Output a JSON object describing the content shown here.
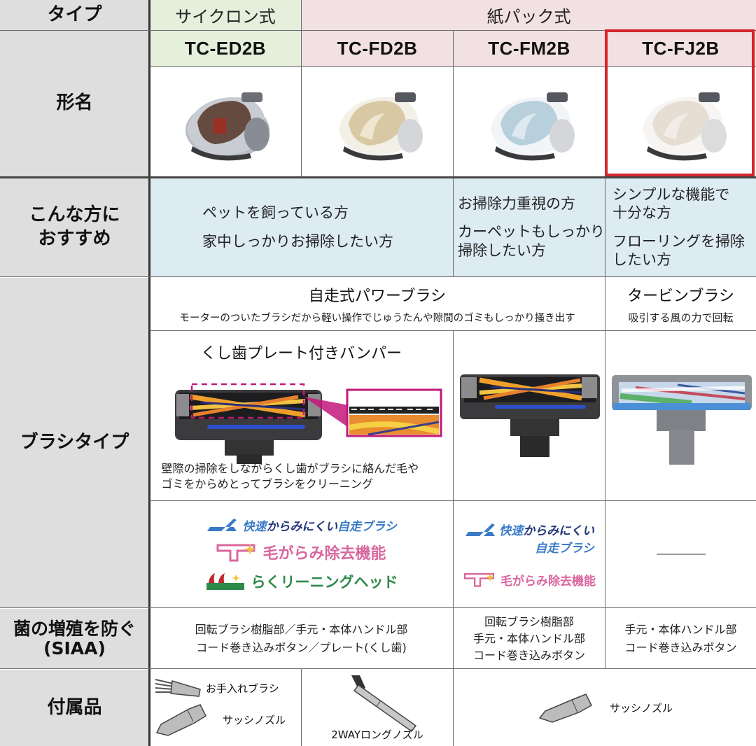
{
  "table": {
    "row_labels": {
      "type": "タイプ",
      "model": "形名",
      "recommend_line1": "こんな方に",
      "recommend_line2": "おすすめ",
      "brush": "ブラシタイプ",
      "siaa_line1": "菌の増殖を防ぐ",
      "siaa_line2": "(SIAA)",
      "accessories": "付属品"
    },
    "types": {
      "cyclone": "サイクロン式",
      "paper_pack": "紙パック式"
    },
    "models": [
      {
        "name": "TC-ED2B",
        "color_desc": "silver cyclone",
        "highlighted": false
      },
      {
        "name": "TC-FD2B",
        "color_desc": "champagne gold",
        "highlighted": false
      },
      {
        "name": "TC-FM2B",
        "color_desc": "light blue",
        "highlighted": false
      },
      {
        "name": "TC-FJ2B",
        "color_desc": "white beige",
        "highlighted": true
      }
    ],
    "recommend": {
      "ed_fd": [
        "ペットを飼っている方",
        "家中しっかりお掃除したい方"
      ],
      "fm": [
        "お掃除力重視の方",
        "カーペットもしっかり掃除したい方"
      ],
      "fj": [
        "シンプルな機能で十分な方",
        "フローリングを掃除したい方"
      ],
      "fm_lines": [
        "お掃除力重視の方",
        "カーペットもしっかり",
        "掃除したい方"
      ],
      "fj_lines": [
        "シンプルな機能で",
        "十分な方",
        "フローリングを掃除",
        "したい方"
      ]
    },
    "brush": {
      "power_title": "自走式パワーブラシ",
      "power_desc": "モーターのついたブラシだから軽い操作でじゅうたんや隙間のゴミもしっかり掻き出す",
      "turbine_title": "タービンブラシ",
      "turbine_desc": "吸引する風の力で回転",
      "bumper_title": "くし歯プレート付きバンパー",
      "bumper_desc_line1": "壁際の掃除をしながらくし歯がブラシに絡んだ毛や",
      "bumper_desc_line2": "ゴミをからめとってブラシをクリーニング"
    },
    "features": {
      "ed_fd": {
        "fast_brush_a": "快速",
        "fast_brush_b": "からみにくい",
        "fast_brush_c": "自走ブラシ",
        "hair_removal": "毛がらみ除去機能",
        "easy_clean": "らくリーニングヘッド"
      },
      "fm": {
        "fast_brush_a": "快速",
        "fast_brush_b": "からみにくい",
        "fast_brush_c": "自走ブラシ",
        "hair_removal": "毛がらみ除去機能"
      },
      "fj": "—"
    },
    "siaa": {
      "ed_fd_line1": "回転ブラシ樹脂部／手元・本体ハンドル部",
      "ed_fd_line2": "コード巻き込みボタン／プレート(くし歯)",
      "fm_line1": "回転ブラシ樹脂部",
      "fm_line2": "手元・本体ハンドル部",
      "fm_line3": "コード巻き込みボタン",
      "fj_line1": "手元・本体ハンドル部",
      "fj_line2": "コード巻き込みボタン"
    },
    "accessories": {
      "care_brush": "お手入れブラシ",
      "sash_nozzle": "サッシノズル",
      "long_nozzle": "2WAYロングノズル",
      "sash_nozzle_2": "サッシノズル"
    }
  },
  "colors": {
    "label_bg": "#dedede",
    "cyclone_bg": "#e4efdc",
    "paper_bg": "#f2e1e2",
    "recommend_bg": "#ddebf3",
    "highlight": "#d4252d",
    "feature_blue": "#3a7bc8",
    "feature_pink": "#d9679f",
    "feature_green": "#2e8a4a",
    "zoom_magenta": "#c2187a"
  }
}
